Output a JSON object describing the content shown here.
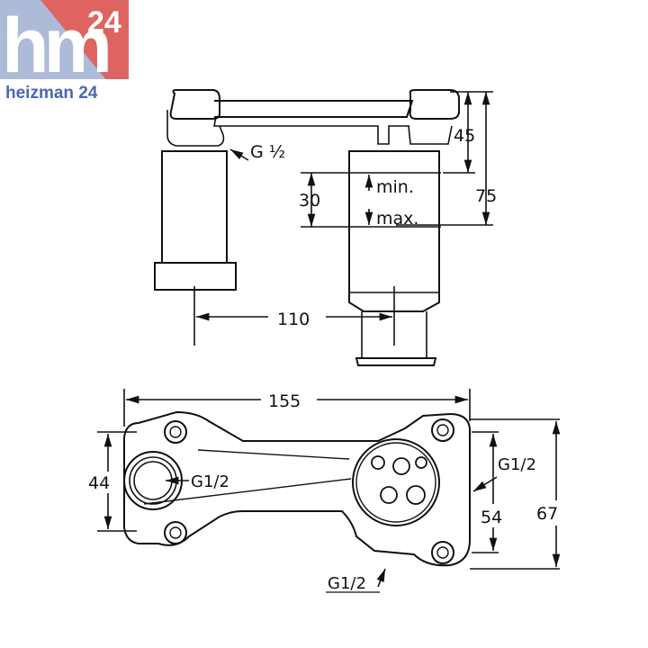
{
  "logo": {
    "mark": "hm",
    "number": "24",
    "wordmark": "heizman 24",
    "colors": {
      "bg_light": "#aebbd8",
      "accent": "#e35b55",
      "lettering": "#ffffff",
      "wordmark": "#4a67b5"
    }
  },
  "side_view": {
    "thread_label": "G ½",
    "min_label": "min.",
    "max_label": "max.",
    "dims": {
      "height_top": "45",
      "height_total": "75",
      "depth_range": "30",
      "spacing": "110"
    }
  },
  "top_view": {
    "dims": {
      "width": "155",
      "left_height": "44",
      "right_inner": "54",
      "right_outer": "67"
    },
    "threads": {
      "left": "G1/2",
      "right": "G1/2",
      "bottom": "G1/2"
    }
  }
}
